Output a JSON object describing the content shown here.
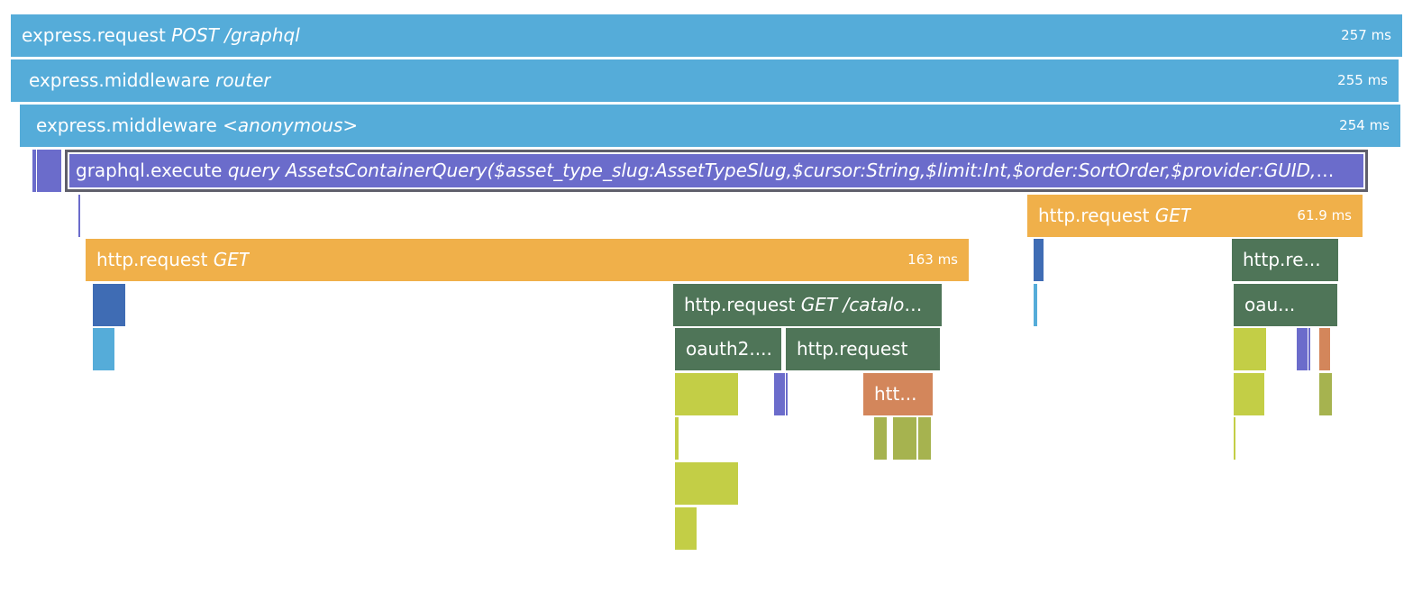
{
  "spans": {
    "root": {
      "service": "express.request",
      "resource": "POST /graphql",
      "duration": "257 ms"
    },
    "router": {
      "service": "express.middleware",
      "resource": "router",
      "duration": "255 ms"
    },
    "anon": {
      "service": "express.middleware",
      "resource_prefix": "<",
      "resource": "anonymous",
      "resource_suffix": ">",
      "duration": "254 ms"
    },
    "gql": {
      "service": "graphql.execute",
      "resource": "query AssetsContainerQuery($asset_type_slug:AssetTypeSlug,$cursor:String,$limit:Int,$order:SortOrder,$provider:GUID,$query..."
    },
    "http_right": {
      "service": "http.request",
      "resource": "GET",
      "duration": "61.9 ms"
    },
    "http_main": {
      "service": "http.request",
      "resource": "GET",
      "duration": "163 ms"
    },
    "http_catalog": {
      "service": "http.request",
      "resource": "GET /catalog..."
    },
    "oauth_left": {
      "service": "oauth2...."
    },
    "http_inner": {
      "service": "http.request"
    },
    "htt_short": {
      "service": "htt..."
    },
    "http_re": {
      "service": "http.re..."
    },
    "oau": {
      "service": "oau..."
    }
  },
  "colors": {
    "express": "#55acd9",
    "graphql": "#6b6ccb",
    "http": "#f0b04a",
    "http_downstream": "#4f7558",
    "orange": "#d3865b",
    "lime": "#c3ce46",
    "olive": "#a6b34f",
    "dark_blue": "#3f6cb4"
  }
}
